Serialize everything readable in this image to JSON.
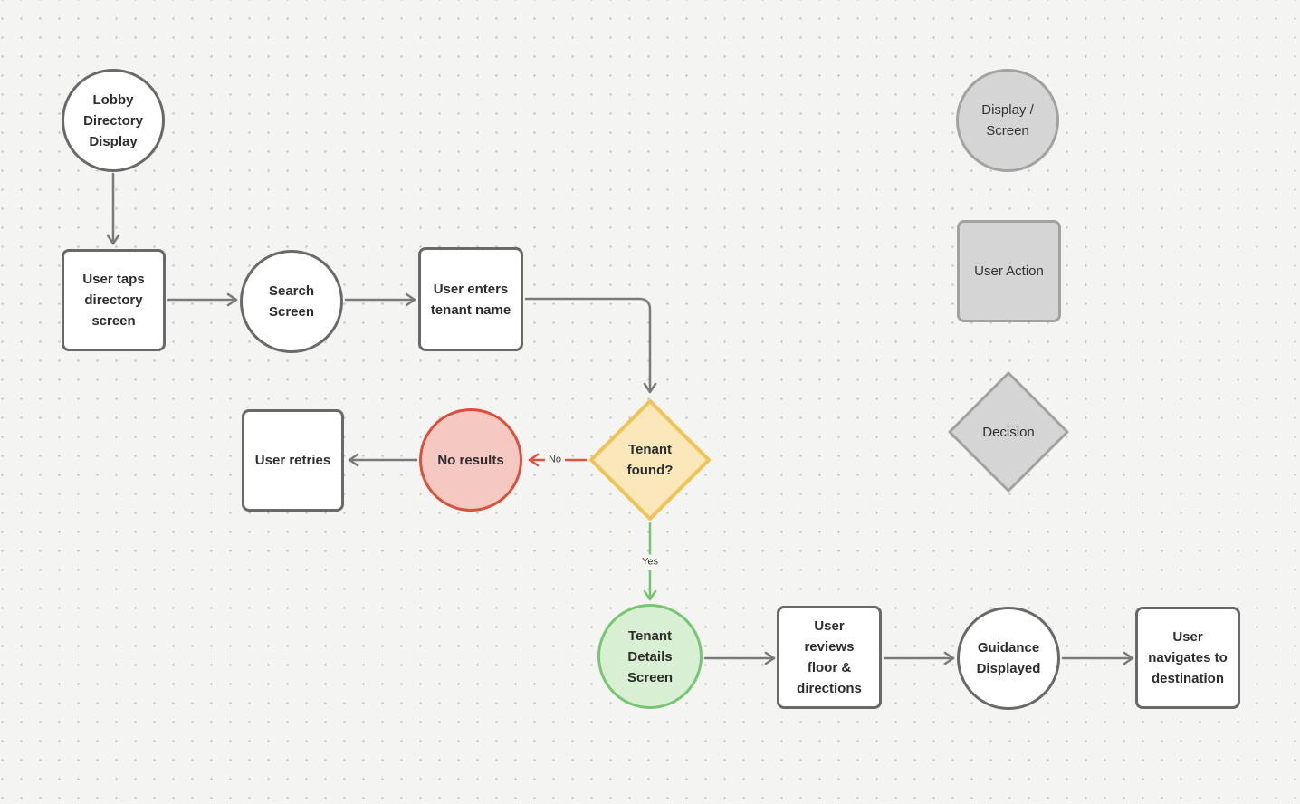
{
  "canvas": {
    "background_color": "#F4F4F2",
    "dot_color": "#C7C7C5"
  },
  "colors": {
    "node_border_gray": "#696969",
    "connector_gray": "#7A7A7A",
    "decision_fill": "#FAE7BA",
    "decision_border": "#F1C254",
    "error_fill": "#F5C8C1",
    "error_border": "#D9503B",
    "success_fill": "#D9EFD3",
    "success_border": "#77C671",
    "legend_fill": "#D5D5D5",
    "legend_border": "#A2A2A2",
    "no_arrow": "#DF5240",
    "yes_arrow": "#74C56F"
  },
  "nodes": [
    {
      "id": "lobby-directory-display",
      "type": "circle",
      "label": "Lobby\nDirectory\nDisplay"
    },
    {
      "id": "user-taps-directory-screen",
      "type": "rect",
      "label": "User taps\ndirectory\nscreen"
    },
    {
      "id": "search-screen",
      "type": "circle",
      "label": "Search\nScreen"
    },
    {
      "id": "user-enters-tenant-name",
      "type": "rect",
      "label": "User enters\ntenant name"
    },
    {
      "id": "tenant-found",
      "type": "diamond",
      "label": "Tenant\nfound?"
    },
    {
      "id": "no-results",
      "type": "circle",
      "label": "No results"
    },
    {
      "id": "user-retries",
      "type": "rect",
      "label": "User retries"
    },
    {
      "id": "tenant-details-screen",
      "type": "circle",
      "label": "Tenant\nDetails\nScreen"
    },
    {
      "id": "user-reviews-floor-directions",
      "type": "rect",
      "label": "User\nreviews\nfloor &\ndirections"
    },
    {
      "id": "guidance-displayed",
      "type": "circle",
      "label": "Guidance\nDisplayed"
    },
    {
      "id": "user-navigates-to-destination",
      "type": "rect",
      "label": "User\nnavigates to\ndestination"
    }
  ],
  "edges": [
    {
      "from": "lobby-directory-display",
      "to": "user-taps-directory-screen",
      "label": ""
    },
    {
      "from": "user-taps-directory-screen",
      "to": "search-screen",
      "label": ""
    },
    {
      "from": "search-screen",
      "to": "user-enters-tenant-name",
      "label": ""
    },
    {
      "from": "user-enters-tenant-name",
      "to": "tenant-found",
      "label": ""
    },
    {
      "from": "tenant-found",
      "to": "no-results",
      "label": "No",
      "color": "#DF5240"
    },
    {
      "from": "no-results",
      "to": "user-retries",
      "label": ""
    },
    {
      "from": "tenant-found",
      "to": "tenant-details-screen",
      "label": "Yes",
      "color": "#74C56F"
    },
    {
      "from": "tenant-details-screen",
      "to": "user-reviews-floor-directions",
      "label": ""
    },
    {
      "from": "user-reviews-floor-directions",
      "to": "guidance-displayed",
      "label": ""
    },
    {
      "from": "guidance-displayed",
      "to": "user-navigates-to-destination",
      "label": ""
    }
  ],
  "legend": [
    {
      "id": "display-screen",
      "type": "circle",
      "label": "Display /\nScreen"
    },
    {
      "id": "user-action",
      "type": "square",
      "label": "User Action"
    },
    {
      "id": "decision",
      "type": "diamond",
      "label": "Decision"
    }
  ]
}
